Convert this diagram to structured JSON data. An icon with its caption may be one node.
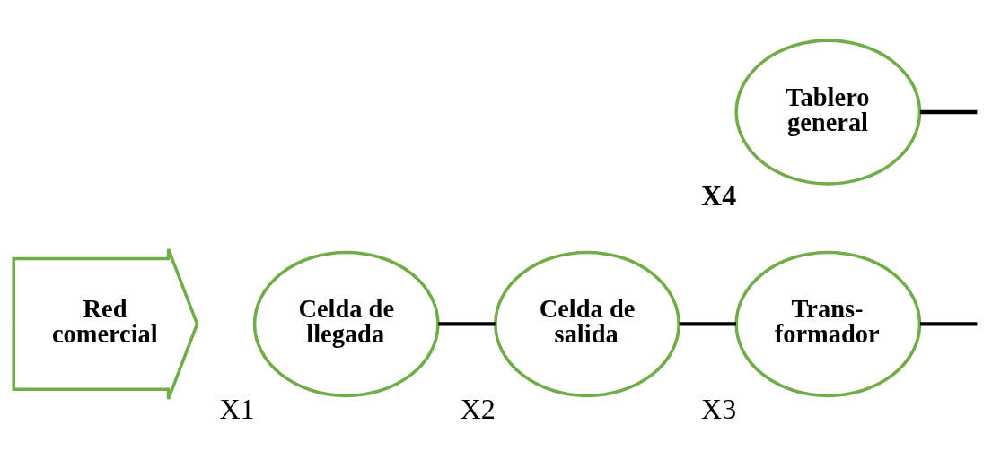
{
  "diagram": {
    "nodes": [
      {
        "text": [
          "Red comercial"
        ]
      },
      {
        "text": [
          "Celda de llegada"
        ],
        "beside": [
          "X1"
        ]
      },
      {
        "text": [
          "Celda de salida"
        ],
        "beside": [
          "X2"
        ]
      },
      {
        "text": [
          "Trans- formador"
        ],
        "beside": [
          "X3"
        ]
      },
      {
        "text": [
          "Tablero general"
        ],
        "beside": [
          "X4"
        ]
      }
    ],
    "edges": [
      {
        "from": 1,
        "to": 2,
        "arrow": "none"
      },
      {
        "from": 2,
        "to": 3,
        "arrow": "none"
      },
      {
        "from": 3,
        "to": null,
        "arrow": "none"
      },
      {
        "from": 4,
        "to": null,
        "arrow": "none"
      }
    ]
  }
}
